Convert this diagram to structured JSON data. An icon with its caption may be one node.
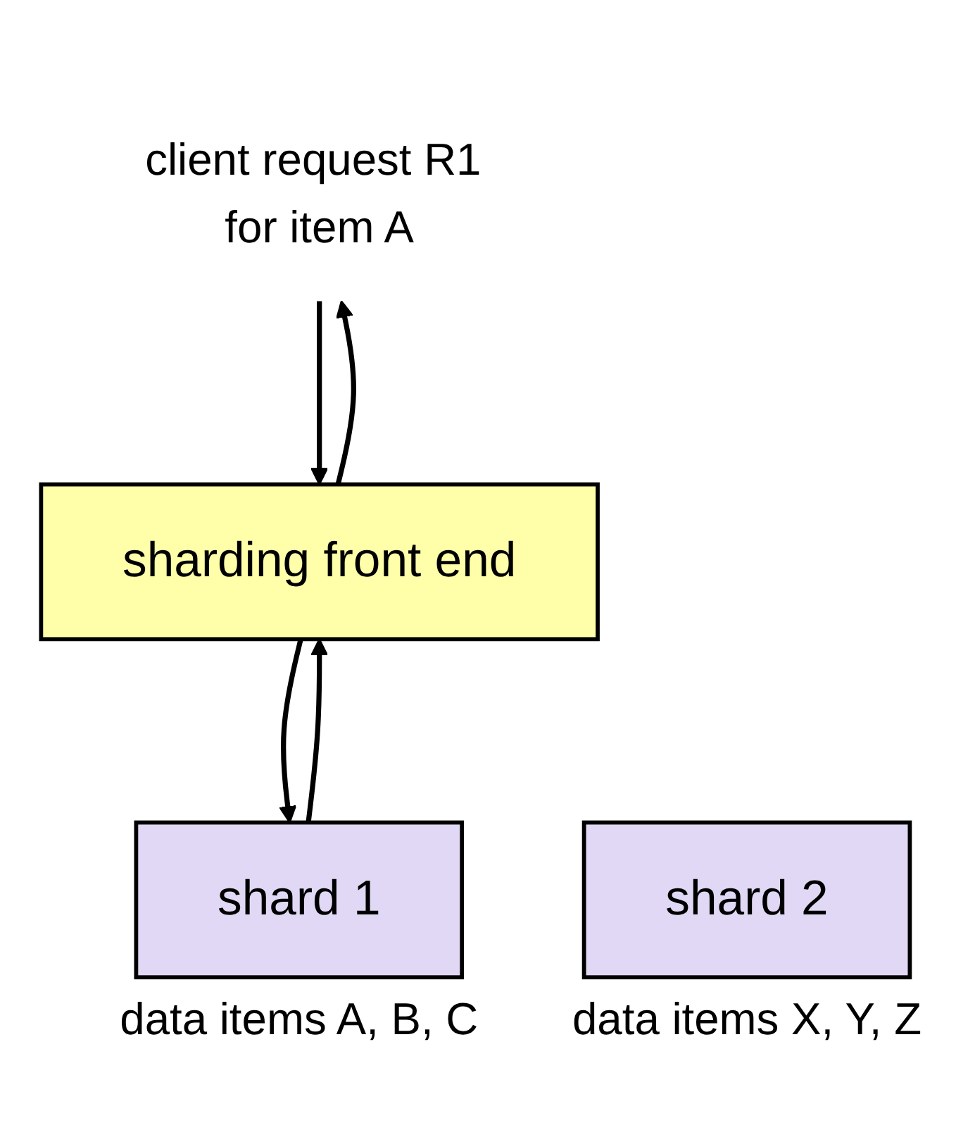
{
  "diagram": {
    "nodes": [
      {
        "text": [
          "client request R1 for item A"
        ]
      },
      {
        "text": [
          "sharding front end"
        ]
      },
      {
        "text": [
          "shard 1"
        ],
        "beside": [
          "data items A, B, C"
        ]
      },
      {
        "text": [
          "shard 2"
        ],
        "beside": [
          "data items X, Y, Z"
        ]
      }
    ],
    "edges": [
      {
        "from": 0,
        "to": 1,
        "arrow": "to"
      },
      {
        "from": 1,
        "to": 0,
        "arrow": "to"
      },
      {
        "from": 1,
        "to": 2,
        "arrow": "to"
      },
      {
        "from": 2,
        "to": 1,
        "arrow": "to"
      }
    ]
  }
}
